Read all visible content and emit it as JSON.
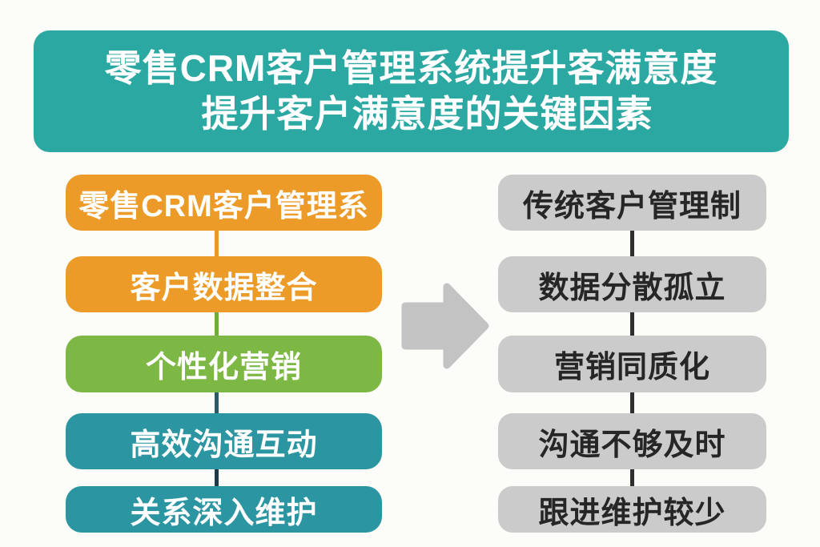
{
  "title": {
    "line1": "零售CRM客户管理系统提升客满意度",
    "line2": "提升客户满意度的关键因素",
    "background_color": "#2CA8A2",
    "text_color": "#FFFFFF"
  },
  "left_column": {
    "description": "CRM system capability nodes",
    "items": [
      {
        "label": "零售CRM客户管理系",
        "color": "#EC9B28"
      },
      {
        "label": "客户数据整合",
        "color": "#EC9B28"
      },
      {
        "label": "个性化营销",
        "color": "#7CB843"
      },
      {
        "label": "高效沟通互动",
        "color": "#2B96A1"
      },
      {
        "label": "关系深入维护",
        "color": "#2B96A1"
      }
    ],
    "connector_colors": [
      "#E8992A",
      "#6FAE3E",
      "#2C5B68",
      "#1E3A46"
    ],
    "text_color": "#FFFFFF"
  },
  "right_column": {
    "description": "Traditional management shortcoming nodes",
    "items": [
      {
        "label": "传统客户管理制"
      },
      {
        "label": "数据分散孤立"
      },
      {
        "label": "营销同质化"
      },
      {
        "label": "沟通不够及时"
      },
      {
        "label": "跟进维护较少"
      }
    ],
    "box_color": "#CBCBCB",
    "text_color": "#262626",
    "connector_color": "#2F2F2F"
  },
  "arrow": {
    "direction": "right",
    "color": "#C3C3C3"
  },
  "canvas_background": "#FCFCF9"
}
